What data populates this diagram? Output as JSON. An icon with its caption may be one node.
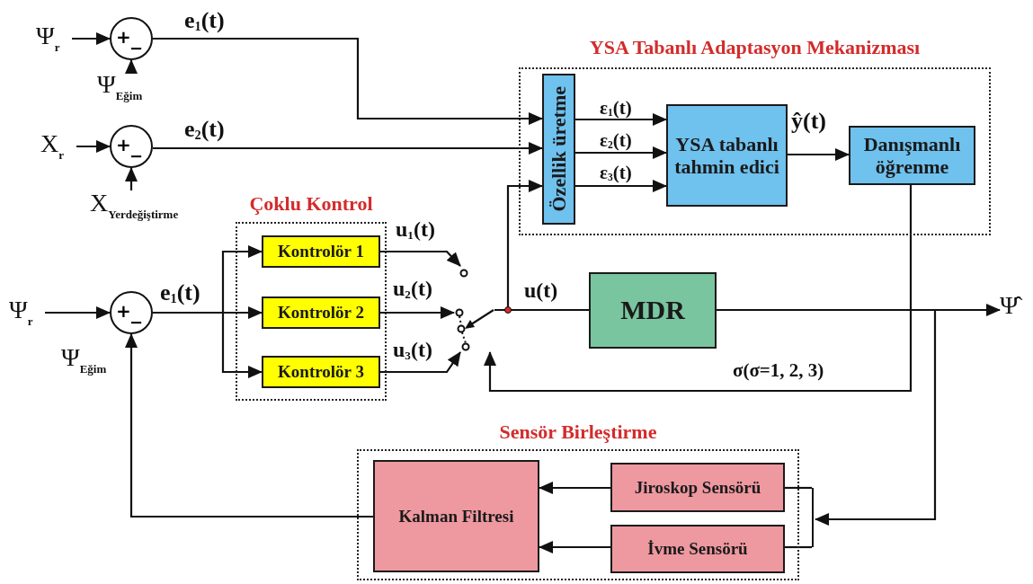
{
  "diagram": {
    "nodes": [
      {
        "text": [
          "Ψ$_{r}$"
        ]
      },
      {
        "text": [
          "+",
          "−"
        ]
      },
      {
        "text": [
          "Ψ$_{Eğim}$"
        ]
      },
      {
        "text": [
          "X$_{r}$"
        ]
      },
      {
        "text": [
          "+",
          "−"
        ]
      },
      {
        "text": [
          "X$_{Yerdeğiştirme}$"
        ]
      },
      {
        "text": [
          "YSA Tabanlı Adaptasyon Mekanizması"
        ]
      },
      {
        "text": [
          "Özellik üretme"
        ],
        "in": 6
      },
      {
        "text": [
          "YSA tabanlı tahmin edici"
        ],
        "in": 6
      },
      {
        "text": [
          "Danışmanlı öğrenme"
        ],
        "in": 6
      },
      {
        "text": [
          "Çoklu Kontrol"
        ]
      },
      {
        "text": [
          "Kontrolör 1"
        ],
        "in": 10
      },
      {
        "text": [
          "Kontrolör 2"
        ],
        "in": 10
      },
      {
        "text": [
          "Kontrolör 3"
        ],
        "in": 10
      },
      {
        "text": [
          "Ψ$_{r}$"
        ]
      },
      {
        "text": [
          "+",
          "−"
        ]
      },
      {
        "text": [],
        "shape": "switch"
      },
      {
        "text": [
          "MDR"
        ]
      },
      {
        "text": [
          "Ψ̂"
        ]
      },
      {
        "text": [
          "Sensör Birleştirme"
        ]
      },
      {
        "text": [
          "Kalman Filtresi"
        ],
        "in": 19
      },
      {
        "text": [
          "Jiroskop Sensörü"
        ],
        "in": 19
      },
      {
        "text": [
          "İvme Sensörü"
        ],
        "in": 19
      },
      {
        "text": [],
        "shape": "bar"
      }
    ],
    "edges": [
      {
        "from": 0,
        "to": 1,
        "arrow": "to"
      },
      {
        "from": 2,
        "to": 1,
        "arrow": "to"
      },
      {
        "from": 3,
        "to": 4,
        "arrow": "to"
      },
      {
        "from": 5,
        "to": 4,
        "arrow": "to"
      },
      {
        "from": 1,
        "to": 7,
        "arrow": "to",
        "label": "e$_{1}$(t)"
      },
      {
        "from": 4,
        "to": 7,
        "arrow": "to",
        "label": "e$_{2}$(t)"
      },
      {
        "from": 7,
        "to": 8,
        "arrow": "to",
        "label": "ε$_{1}$(t)"
      },
      {
        "from": 7,
        "to": 8,
        "arrow": "to",
        "label": "ε$_{2}$(t)"
      },
      {
        "from": 7,
        "to": 8,
        "arrow": "to",
        "label": "ε$_{3}$(t)"
      },
      {
        "from": 8,
        "to": 9,
        "arrow": "to",
        "label": "ŷ(t)"
      },
      {
        "from": 9,
        "to": 16,
        "arrow": "to",
        "label": "σ(σ=1, 2, 3)"
      },
      {
        "from": 14,
        "to": 15,
        "arrow": "to"
      },
      {
        "from": 15,
        "to": 11,
        "arrow": "to",
        "label": "e$_{1}$(t)"
      },
      {
        "from": 15,
        "to": 12,
        "arrow": "to"
      },
      {
        "from": 15,
        "to": 13,
        "arrow": "to"
      },
      {
        "from": 11,
        "to": 16,
        "arrow": "to",
        "label": "u$_{1}$(t)"
      },
      {
        "from": 12,
        "to": 16,
        "arrow": "to",
        "label": "u$_{2}$(t)"
      },
      {
        "from": 13,
        "to": 16,
        "arrow": "to",
        "label": "u$_{3}$(t)"
      },
      {
        "from": 16,
        "to": 17,
        "arrow": "none",
        "label": "u(t)"
      },
      {
        "from": 16,
        "to": 7,
        "arrow": "to"
      },
      {
        "from": 17,
        "to": 18,
        "arrow": "to"
      },
      {
        "from": 17,
        "to": 23,
        "arrow": "to"
      },
      {
        "from": 23,
        "to": 21,
        "arrow": "none"
      },
      {
        "from": 23,
        "to": 22,
        "arrow": "none"
      },
      {
        "from": 21,
        "to": 20,
        "arrow": "to"
      },
      {
        "from": 22,
        "to": 20,
        "arrow": "to"
      },
      {
        "from": 20,
        "to": 15,
        "arrow": "to"
      }
    ],
    "labels": [
      "Ψ$_{Eğim}$"
    ]
  }
}
